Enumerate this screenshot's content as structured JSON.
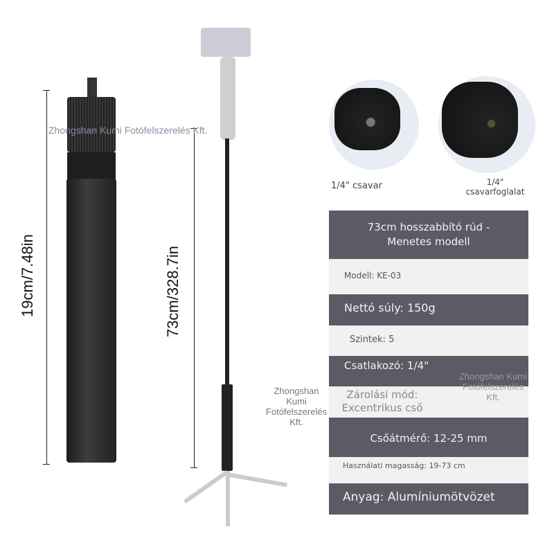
{
  "watermark": "Zhongshan Kumi Fotófelszerelés Kft.",
  "dimensions": {
    "short": "19cm/7.48in",
    "long": "73cm/328.7in"
  },
  "details": {
    "screw": "1/4\" csavar",
    "socket": "1/4\" csavarfoglalat"
  },
  "specs": {
    "title": "73cm hosszabbító rúd - Menetes modell",
    "model": "Modell: KE-03",
    "weight": "Nettó súly: 150g",
    "levels": "Szintek: 5",
    "connector": "Csatlakozó: 1/4\"",
    "lock": "Zárolási mód: Excentrikus cső",
    "diameter": "Csőátmérő: 12-25 mm",
    "height": "Használati magasság: 19-73 cm",
    "material": "Anyag: Alumíniumötvözet"
  },
  "colors": {
    "dark_row": "#5b5a65",
    "light_row": "#f1f1f2"
  }
}
